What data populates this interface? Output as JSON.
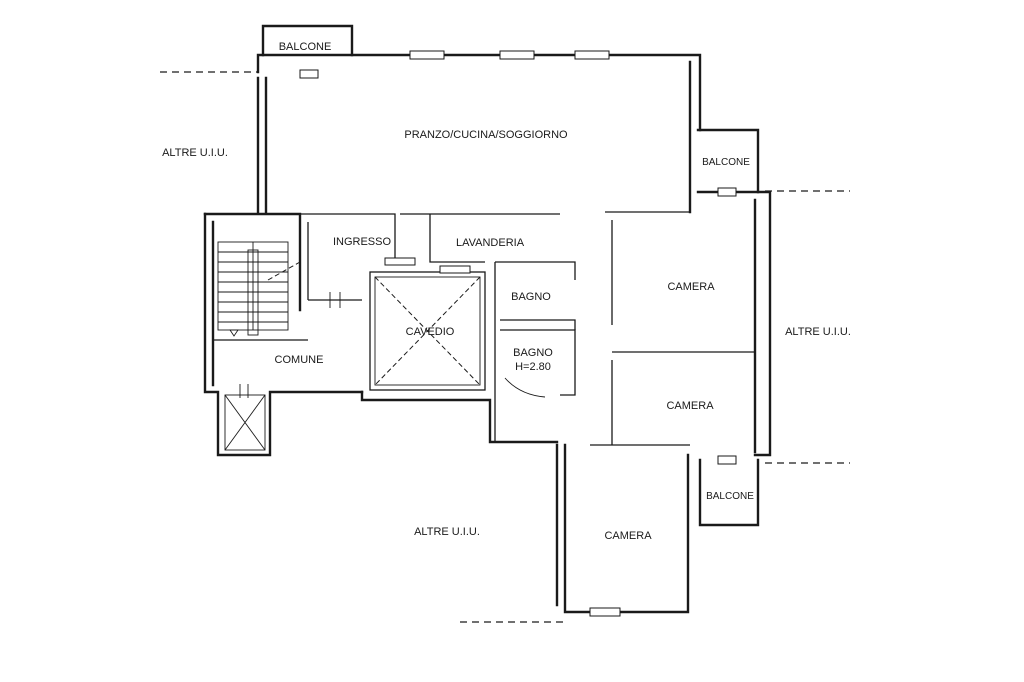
{
  "plan": {
    "rooms": {
      "balcone_top": "BALCONE",
      "pranzo": "PRANZO/CUCINA/SOGGIORNO",
      "balcone_right": "BALCONE",
      "ingresso": "INGRESSO",
      "lavanderia": "LAVANDERIA",
      "bagno_1": "BAGNO",
      "cavedio": "CAVEDIO",
      "bagno_2": "BAGNO",
      "bagno_2_height": "H=2.80",
      "comune": "COMUNE",
      "camera_1": "CAMERA",
      "camera_2": "CAMERA",
      "camera_3": "CAMERA",
      "balcone_bottom": "BALCONE"
    },
    "neighbors": {
      "left": "ALTRE U.I.U.",
      "right": "ALTRE U.I.U.",
      "bottom": "ALTRE U.I.U."
    }
  }
}
